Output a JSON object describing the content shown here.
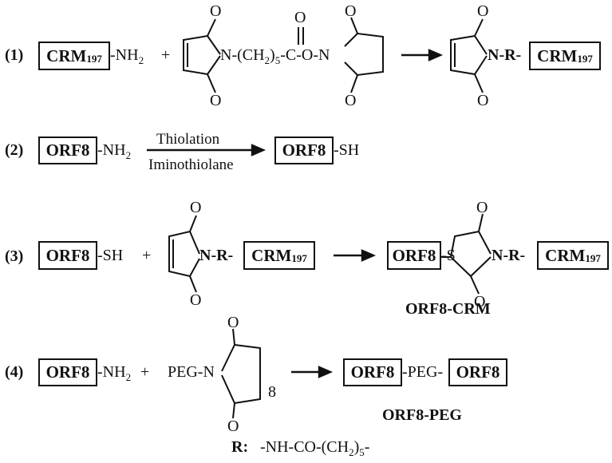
{
  "steps": [
    {
      "number": "(1)"
    },
    {
      "number": "(2)"
    },
    {
      "number": "(3)"
    },
    {
      "number": "(4)"
    }
  ],
  "boxes": {
    "crm": "CRM",
    "crm_sub": "197",
    "orf8": "ORF8"
  },
  "groups": {
    "nh2": "NH",
    "nh2_sub": "2",
    "sh": "-SH",
    "s": "S",
    "n": "N",
    "o": "O",
    "r_link": "-R-",
    "n_r_link": "N-R-",
    "peg_n": "PEG-N",
    "peg_link": "-PEG-",
    "ring_size": "8",
    "plus": "+",
    "linker_left": "N-(CH",
    "linker_sub": "2",
    "linker_sub5": "5",
    "linker_right": "-C-O-N",
    "close_paren": ")"
  },
  "conditions": {
    "above": "Thiolation",
    "below": "Iminothiolane"
  },
  "products": {
    "orf8_crm": "ORF8-CRM",
    "orf8_peg": "ORF8-PEG"
  },
  "footer": {
    "label": "R:",
    "formula_a": "-NH-CO-(CH",
    "formula_sub": "2",
    "formula_sub5": "5",
    "formula_b": "-"
  }
}
